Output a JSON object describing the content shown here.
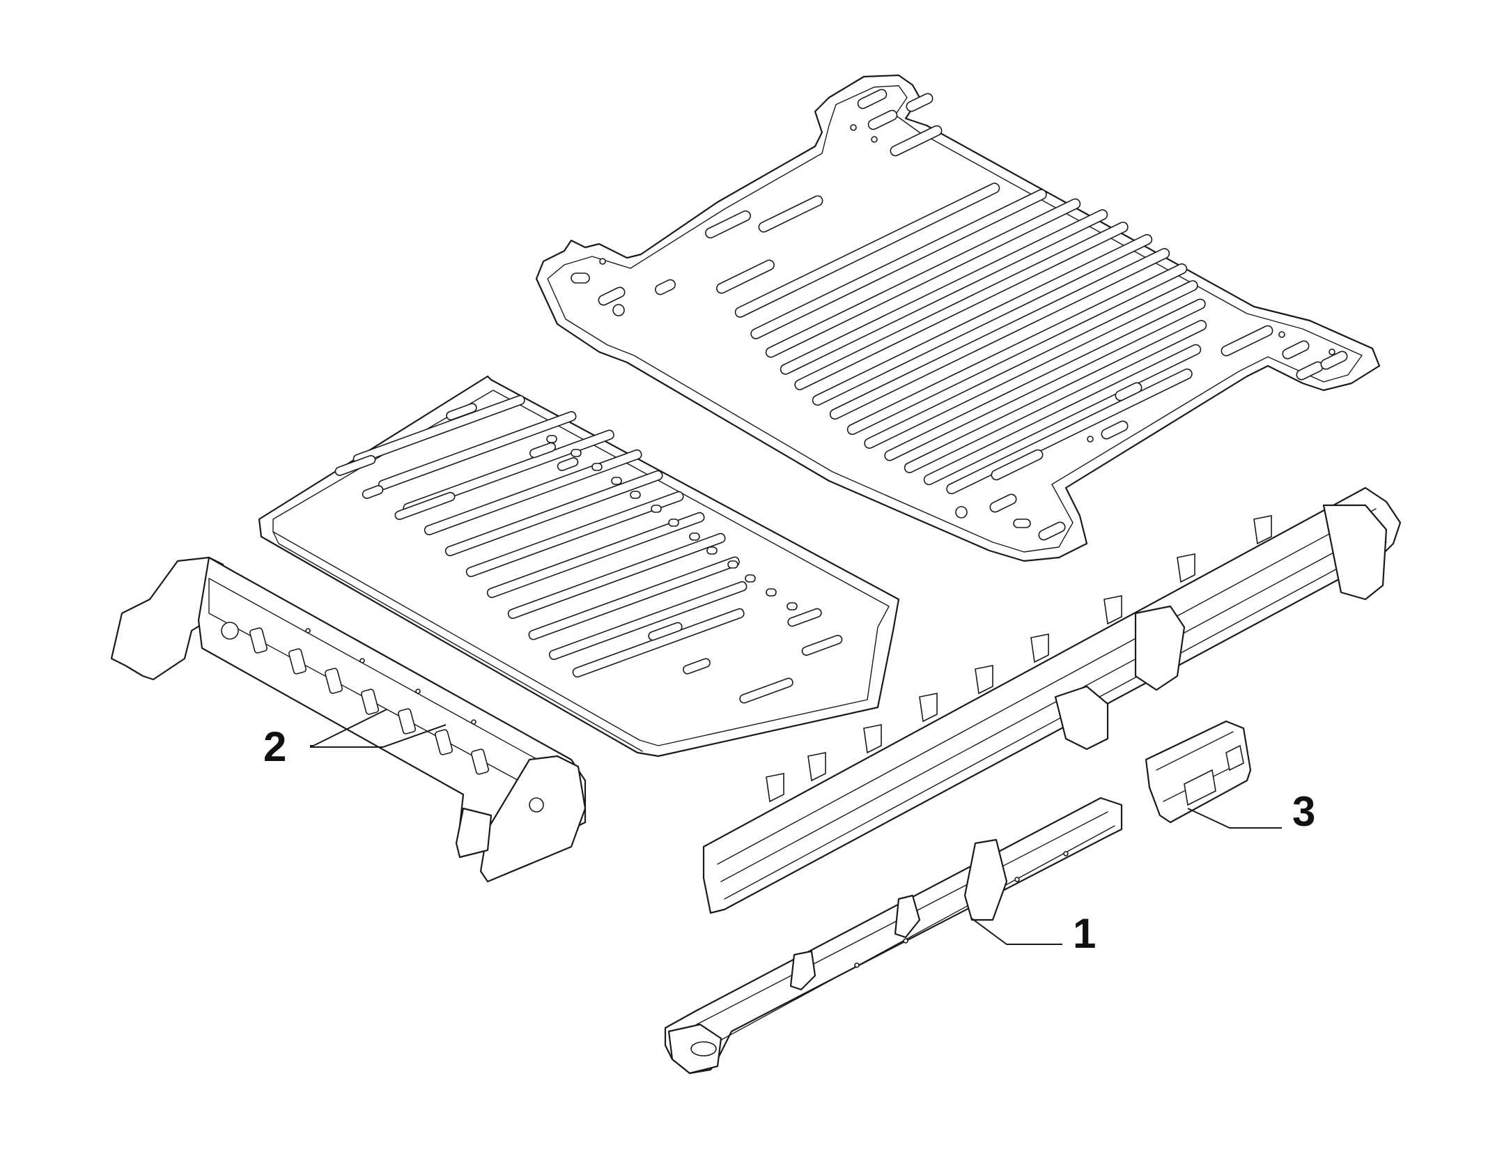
{
  "diagram": {
    "callouts": [
      {
        "id": "1",
        "label": "1"
      },
      {
        "id": "2",
        "label": "2"
      },
      {
        "id": "3",
        "label": "3"
      }
    ],
    "parts": [
      {
        "id": "rear-floor-panel",
        "kind": "large-floor-panel"
      },
      {
        "id": "front-floor-panel",
        "kind": "floor-panel"
      },
      {
        "id": "cross-member",
        "callout": "2"
      },
      {
        "id": "longitudinal-side-member",
        "callout": "1"
      },
      {
        "id": "reinforcement-bracket",
        "callout": "3"
      },
      {
        "id": "frame-rail"
      }
    ]
  }
}
